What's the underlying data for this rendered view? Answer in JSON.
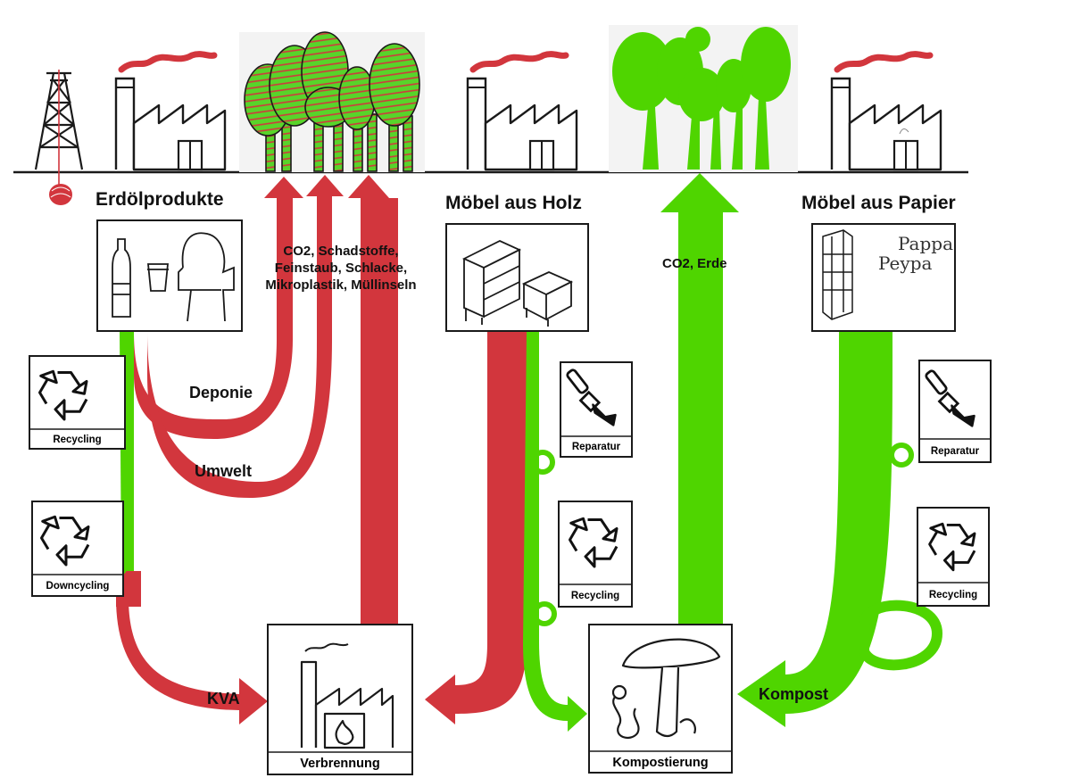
{
  "headings": {
    "erdoel": "Erdölprodukte",
    "holz": "Möbel aus Holz",
    "papier": "Möbel aus Papier"
  },
  "flows": {
    "emissions_line1": "CO2, Schadstoffe,",
    "emissions_line2": "Feinstaub, Schlacke,",
    "emissions_line3": "Mikroplastik, Müllinseln",
    "deponie": "Deponie",
    "umwelt": "Umwelt",
    "kva": "KVA",
    "co2_erde": "CO2, Erde",
    "kompost": "Kompost"
  },
  "cards": {
    "recycling_left": "Recycling",
    "downcycling_left": "Downcycling",
    "reparatur_mid": "Reparatur",
    "recycling_mid": "Recycling",
    "reparatur_right": "Reparatur",
    "recycling_right": "Recycling"
  },
  "targets": {
    "verbrennung": "Verbrennung",
    "kompostierung": "Kompostierung"
  },
  "product_art": {
    "pappa": "Pappa",
    "peypa": "Peypa"
  },
  "colors": {
    "red": "#d2363d",
    "green": "#4fd500",
    "outline": "#1a1a1a"
  }
}
